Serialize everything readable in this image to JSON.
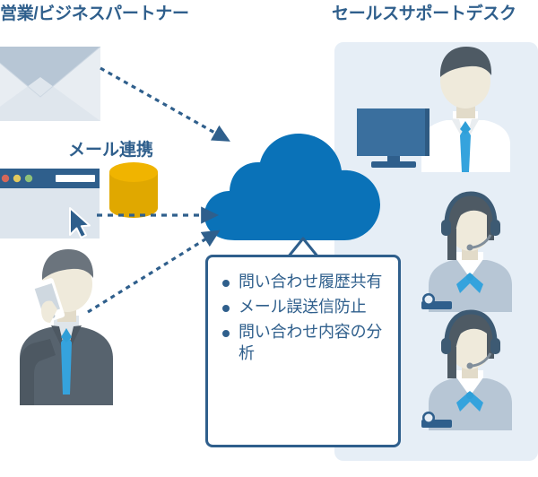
{
  "headings": {
    "left": "営業/ビジネスパートナー",
    "right": "セールスサポートデスク"
  },
  "labels": {
    "mail_link": "メール連携"
  },
  "benefits": {
    "items": [
      "問い合わせ履歴共有",
      "メール誤送信防止",
      "問い合わせ内容の分析"
    ]
  },
  "icons": {
    "envelope": "envelope-icon",
    "browser_window": "browser-window-icon",
    "database": "database-cylinder-icon",
    "cloud": "cloud-icon",
    "businessman_phone": "businessman-with-phone-icon",
    "desk_worker": "desk-worker-with-monitor-icon",
    "operator_1": "headset-operator-icon",
    "operator_2": "headset-operator-icon",
    "cursor": "mouse-cursor-icon"
  },
  "colors": {
    "heading_text": "#2f5f8c",
    "cloud_blue": "#0a72b8",
    "panel_background": "#e6eef6",
    "arrow_blue": "#2f5f8c",
    "database_orange": "#e0a800",
    "tie_blue": "#2f9fd8",
    "box_border": "#2f5f8c",
    "suit_dark": "#57636e",
    "skin": "#efeadb"
  }
}
